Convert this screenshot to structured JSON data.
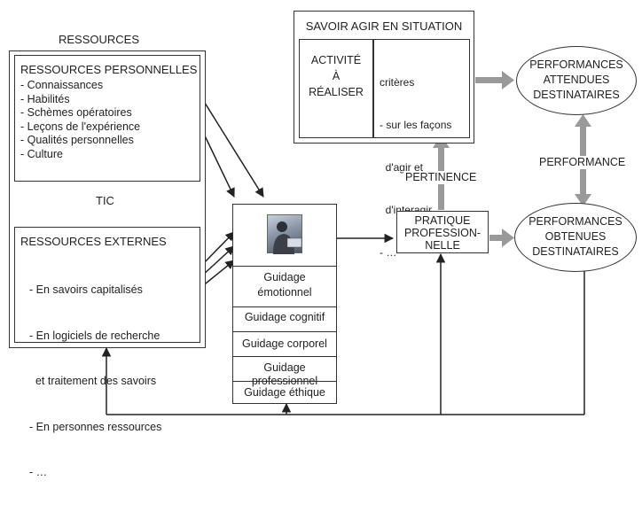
{
  "ressources": {
    "section_title": "RESSOURCES",
    "personnelles": {
      "title": "RESSOURCES PERSONNELLES",
      "items": [
        "- Connaissances",
        "- Habilités",
        "- Schèmes opératoires",
        "- Leçons de l'expérience",
        "- Qualités personnelles",
        "- Culture"
      ]
    },
    "tic_label": "TIC",
    "externes": {
      "title": "RESSOURCES EXTERNES",
      "items": [
        "- En savoirs capitalisés",
        "- En logiciels de recherche",
        "  et traitement des savoirs",
        "- En personnes ressources",
        "- …"
      ]
    }
  },
  "savoir_agir": {
    "title": "SAVOIR AGIR EN SITUATION",
    "activite": [
      "ACTIVITÉ",
      "À",
      "RÉALISER"
    ],
    "criteres": [
      "critères",
      "- sur les façons",
      "  d'agir et",
      "  d'interagir",
      "- …"
    ]
  },
  "performances_attendues": [
    "PERFORMANCES",
    "ATTENDUES",
    "DESTINATAIRES"
  ],
  "performance_label": "PERFORMANCE",
  "performances_obtenues": [
    "PERFORMANCES",
    "OBTENUES",
    "DESTINATAIRES"
  ],
  "pertinence_label": "PERTINENCE",
  "pratique": [
    "PRATIQUE",
    "PROFESSION-",
    "NELLE"
  ],
  "guidages": {
    "emotionnel": [
      "Guidage",
      "émotionnel"
    ],
    "cognitif": "Guidage cognitif",
    "corporel": "Guidage corporel",
    "professionnel": "Guidage professionnel",
    "ethique": "Guidage éthique"
  },
  "colors": {
    "line": "#222222",
    "gray_arrow": "#999999",
    "photo_bg": "#8a95a6"
  }
}
